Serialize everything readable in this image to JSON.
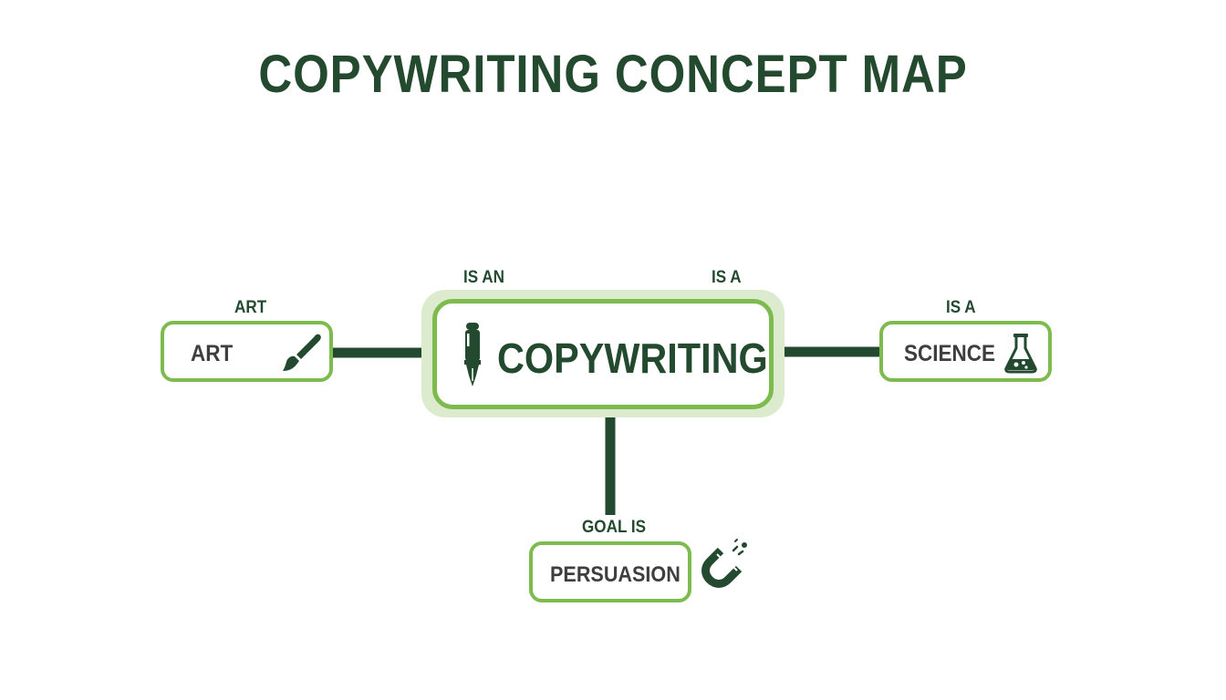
{
  "title": "COPYWRITING CONCEPT MAP",
  "colors": {
    "dark_green": "#234a2f",
    "light_green": "#7dbb4f",
    "glow": "#dcebcd",
    "text_gray": "#3e3e3e"
  },
  "center": {
    "label": "COPYWRITING",
    "icon": "fountain-pen-icon"
  },
  "relations": {
    "is_an": "IS AN",
    "is_a_top": "IS A",
    "art_caption": "ART",
    "is_a_right": "IS A",
    "goal_is": "GOAL IS"
  },
  "nodes": {
    "art": {
      "label": "ART",
      "icon": "paintbrush-icon"
    },
    "science": {
      "label": "SCIENCE",
      "icon": "flask-icon"
    },
    "persuasion": {
      "label": "PERSUASION",
      "icon": "magnet-icon"
    }
  }
}
